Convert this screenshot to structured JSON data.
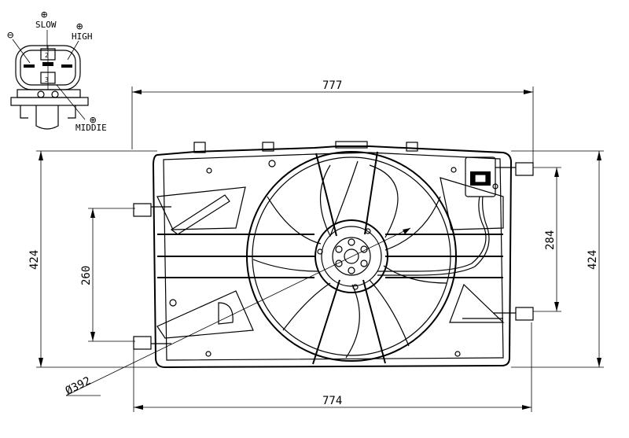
{
  "dimensions": {
    "top_width": "777",
    "bottom_width": "774",
    "left_height": "424",
    "right_height": "424",
    "left_mount_spacing": "260",
    "right_mount_spacing": "284",
    "fan_diameter": "Ø392"
  },
  "connector": {
    "minus_symbol": "⊖",
    "plus_symbol": "⊕",
    "slow_label": "SLOW",
    "high_label": "HIGH",
    "middle_label": "MIDDIE",
    "pin_2": "2",
    "pin_3": "3"
  }
}
